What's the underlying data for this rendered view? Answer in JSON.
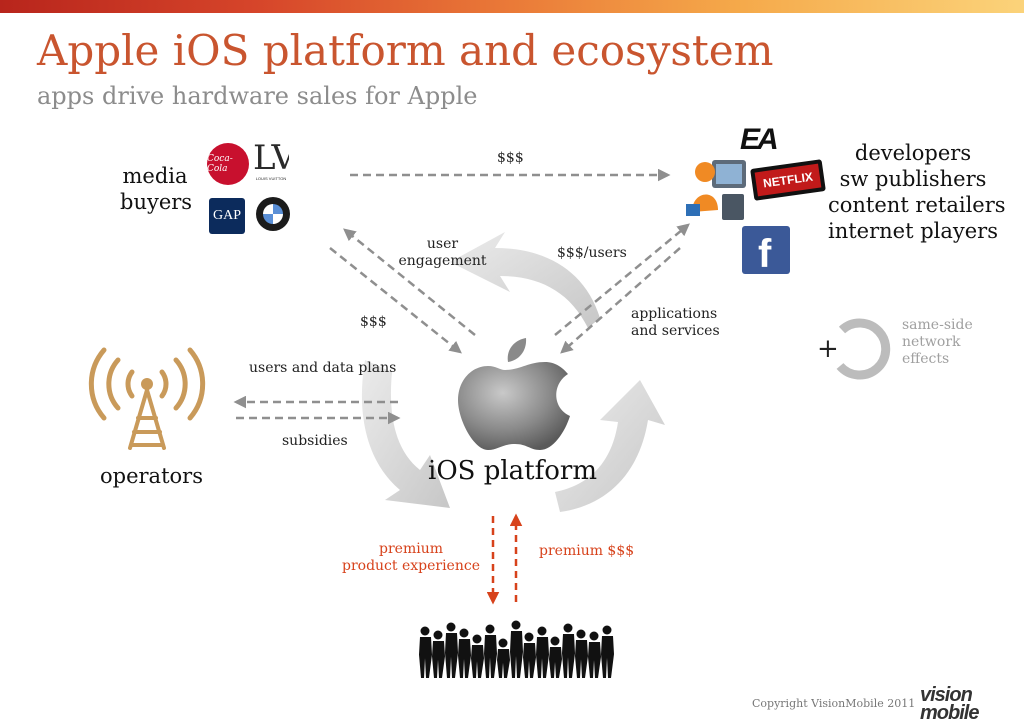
{
  "header": {
    "title": "Apple iOS platform and ecosystem",
    "subtitle": "apps drive hardware sales for Apple"
  },
  "nodes": {
    "media_buyers": [
      "media",
      "buyers"
    ],
    "developers": [
      "developers",
      "sw publishers",
      "content retailers",
      "internet players"
    ],
    "operators": "operators",
    "platform": "iOS platform"
  },
  "flows": {
    "top_dollars": "$$$",
    "user_engagement": [
      "user",
      "engagement"
    ],
    "dollars_users": "$$$/users",
    "left_dollars": "$$$",
    "applications_services": [
      "applications",
      "and services"
    ],
    "users_data_plans": "users and data plans",
    "subsidies": "subsidies",
    "premium_experience": [
      "premium",
      "product experience"
    ],
    "premium_dollars": "premium $$$"
  },
  "legend": {
    "symbol": "+",
    "text": [
      "same-side",
      "network",
      "effects"
    ]
  },
  "logos": {
    "coca_cola": "Coca-Cola",
    "louis_vuitton": "LV",
    "louis_vuitton_sub": "LOUIS VUITTON",
    "gap": "GAP",
    "ea": "EA",
    "netflix": "NETFLIX",
    "facebook": "f"
  },
  "footer": {
    "copyright": "Copyright VisionMobile 2011",
    "brand": [
      "vision",
      "mobile"
    ]
  },
  "colors": {
    "accent": "#c9552f",
    "arrow_gray": "#8f8f8f",
    "arrow_orange": "#d7421b"
  }
}
